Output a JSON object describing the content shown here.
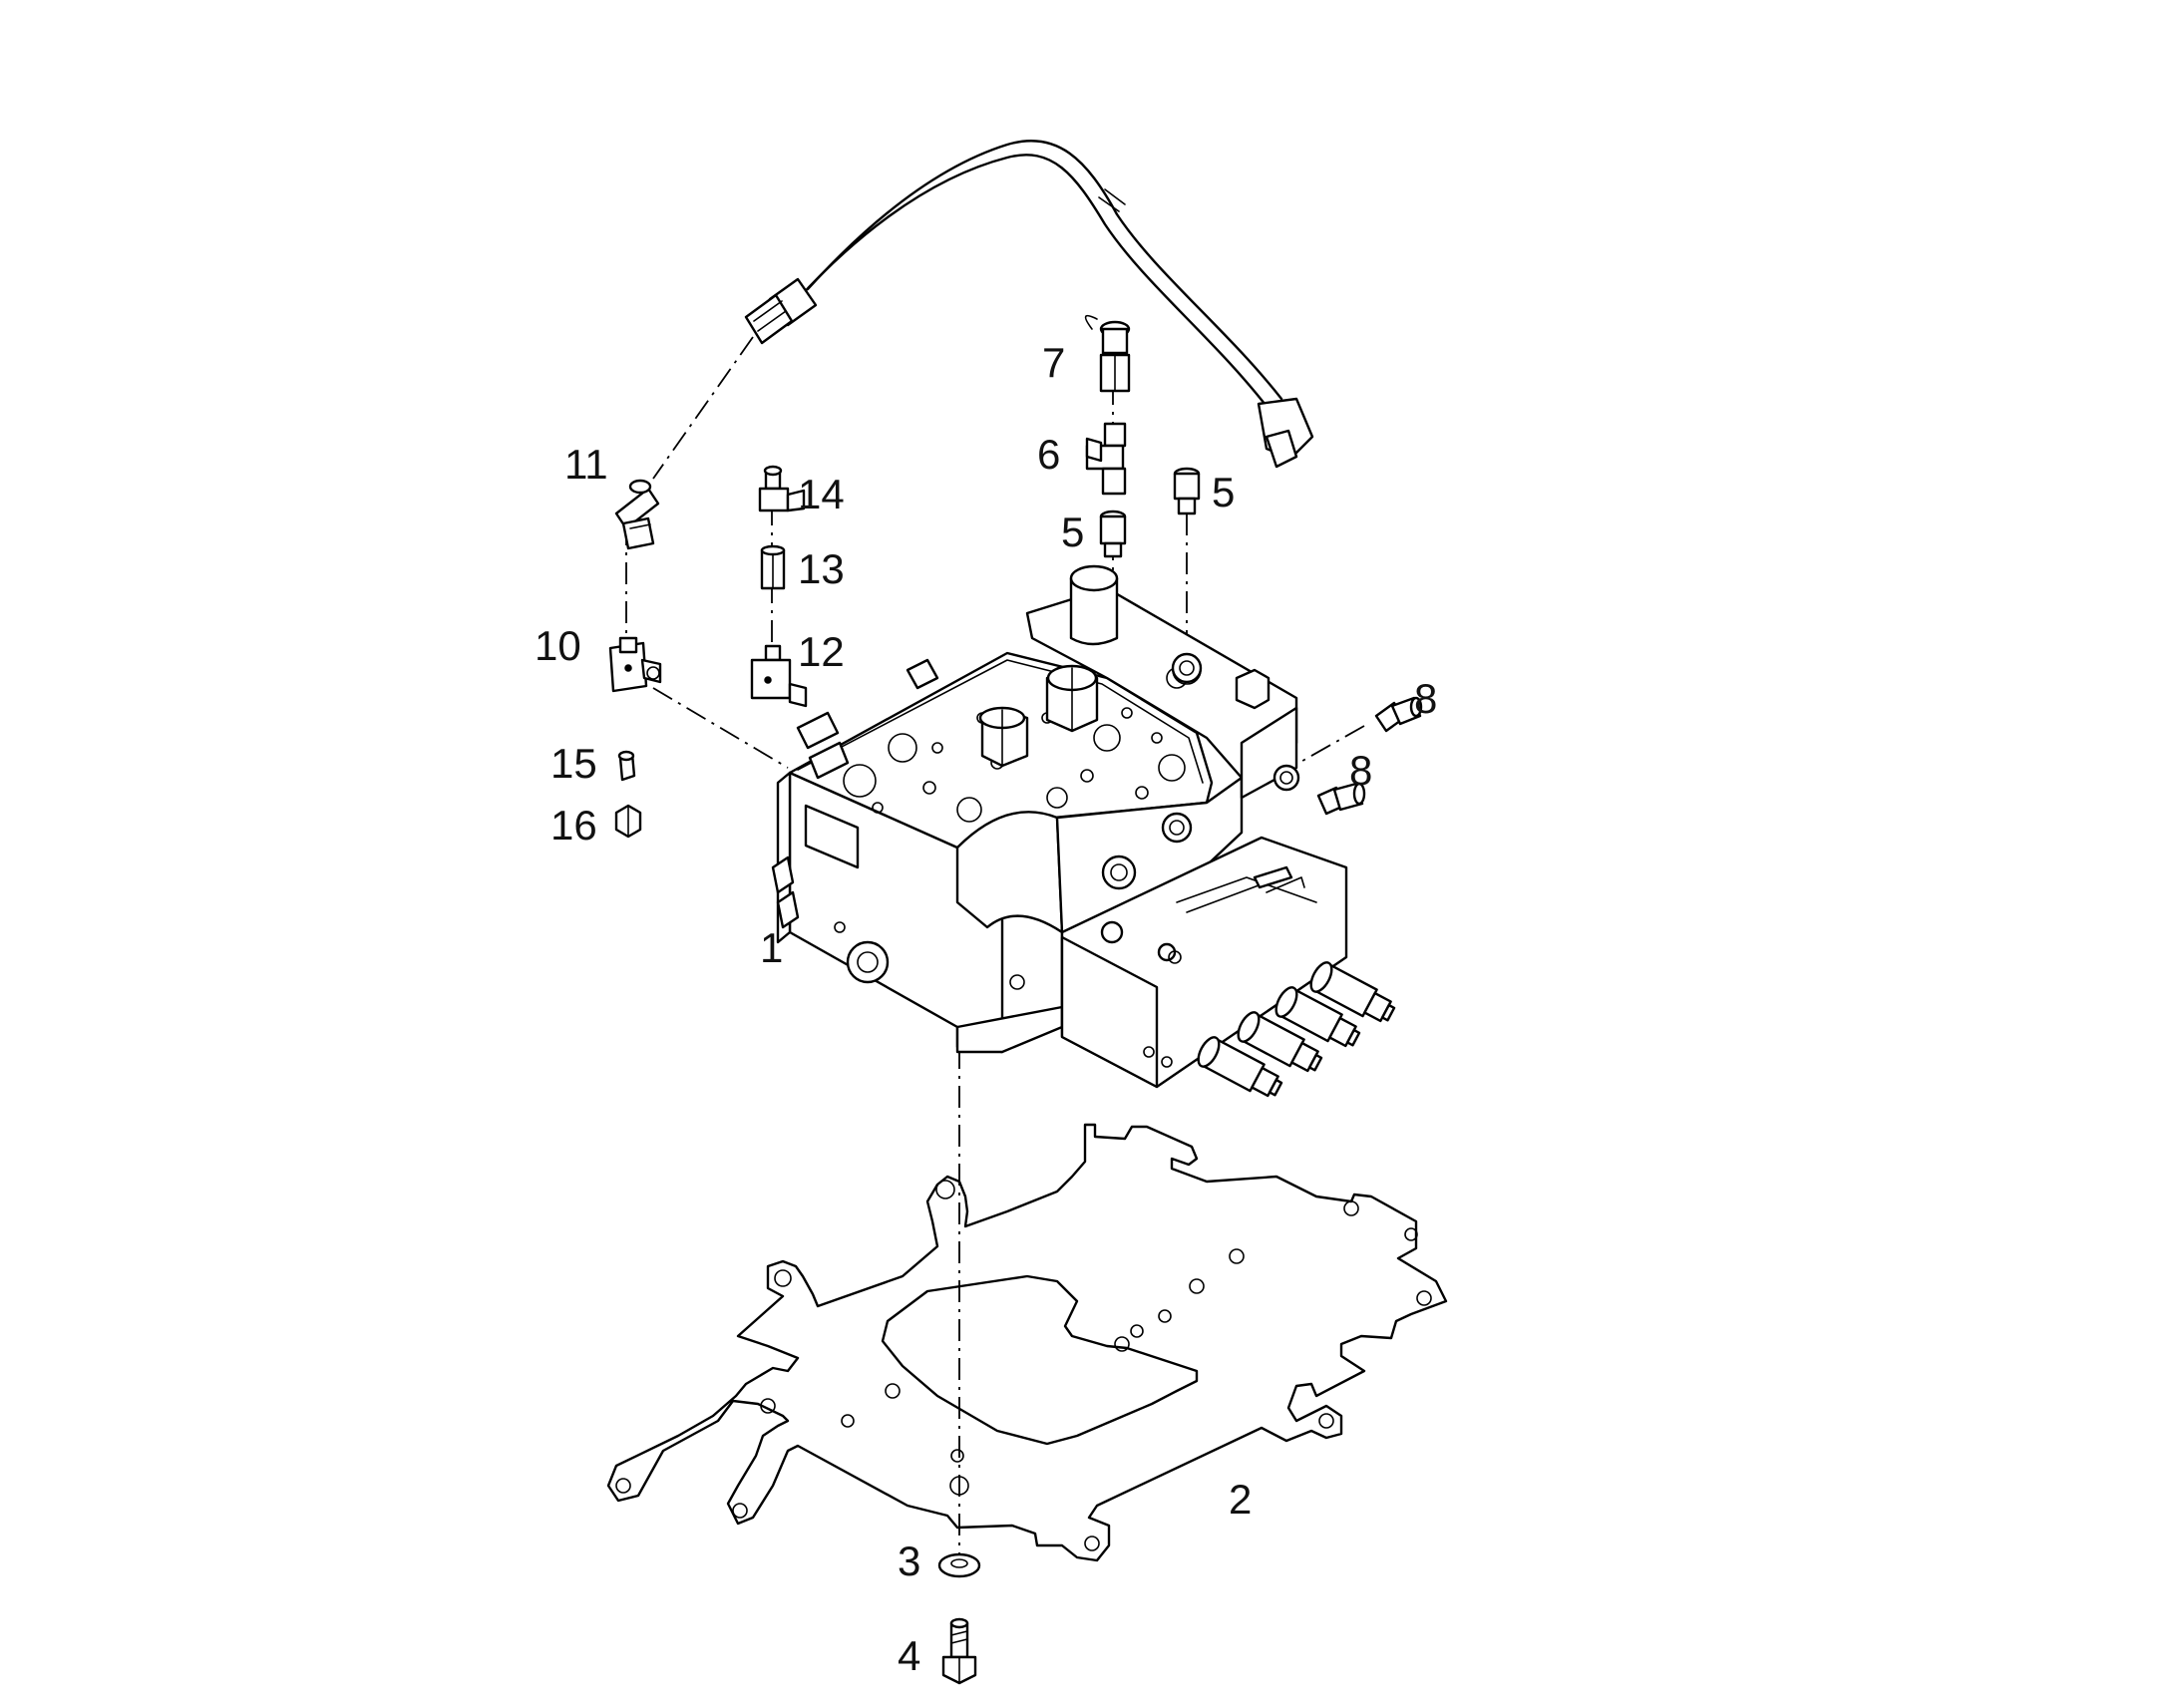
{
  "callouts": [
    {
      "id": "c1",
      "text": "1",
      "ref": "control-valve-block"
    },
    {
      "id": "c2",
      "text": "2",
      "ref": "mounting-plate"
    },
    {
      "id": "c3",
      "text": "3",
      "ref": "washer"
    },
    {
      "id": "c4",
      "text": "4",
      "ref": "bolt"
    },
    {
      "id": "c5a",
      "text": "5",
      "ref": "adapter-right"
    },
    {
      "id": "c5b",
      "text": "5",
      "ref": "adapter-center"
    },
    {
      "id": "c6",
      "text": "6",
      "ref": "tee-fitting"
    },
    {
      "id": "c7",
      "text": "7",
      "ref": "test-coupling"
    },
    {
      "id": "c8a",
      "text": "8",
      "ref": "side-plug-upper"
    },
    {
      "id": "c8b",
      "text": "8",
      "ref": "side-plug-lower"
    },
    {
      "id": "c10",
      "text": "10",
      "ref": "tee-connector"
    },
    {
      "id": "c11",
      "text": "11",
      "ref": "elbow-fitting"
    },
    {
      "id": "c12",
      "text": "12",
      "ref": "elbow-connector"
    },
    {
      "id": "c13",
      "text": "13",
      "ref": "coupling"
    },
    {
      "id": "c14",
      "text": "14",
      "ref": "elbow-adapter"
    },
    {
      "id": "c15",
      "text": "15",
      "ref": "nipple"
    },
    {
      "id": "c16",
      "text": "16",
      "ref": "cap-nut"
    }
  ]
}
